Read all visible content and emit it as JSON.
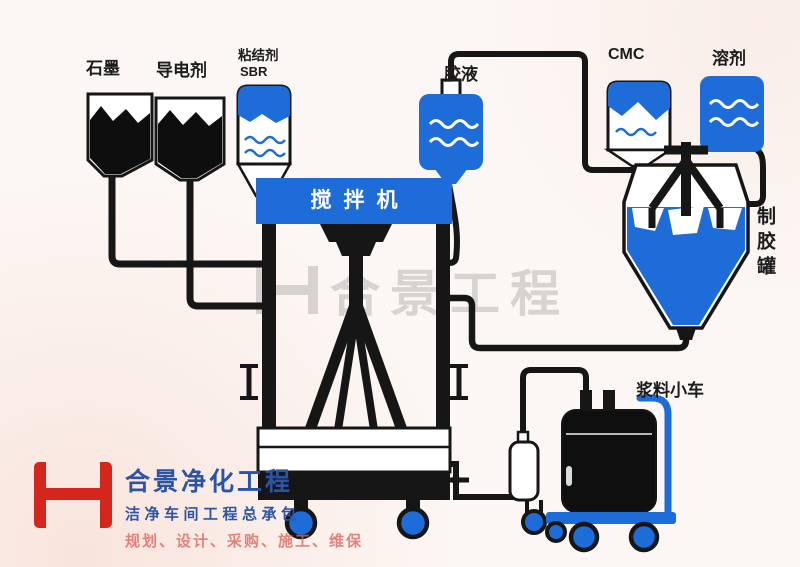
{
  "colors": {
    "primary_blue": "#1e6cd8",
    "pipe_black": "#161616",
    "background": "#fcf7f4",
    "watermark_gray": "#9a9a9a",
    "logo_red": "#d3261c",
    "logo_blue": "#2b54a4",
    "tagline_pink": "#dd7b72"
  },
  "labels": {
    "graphite": "石墨",
    "conductive_agent": "导电剂",
    "binder": "粘结剂",
    "binder_type": "SBR",
    "glue_solution": "胶液",
    "cmc": "CMC",
    "solvent": "溶剂",
    "mixer": "搅拌机",
    "glue_tank": "制胶罐",
    "slurry_cart": "浆料小车"
  },
  "watermark": {
    "text": "合景工程"
  },
  "logo": {
    "company": "合景净化工程",
    "subtitle": "洁净车间工程总承包",
    "tagline": "规划、设计、采购、施工、维保"
  }
}
